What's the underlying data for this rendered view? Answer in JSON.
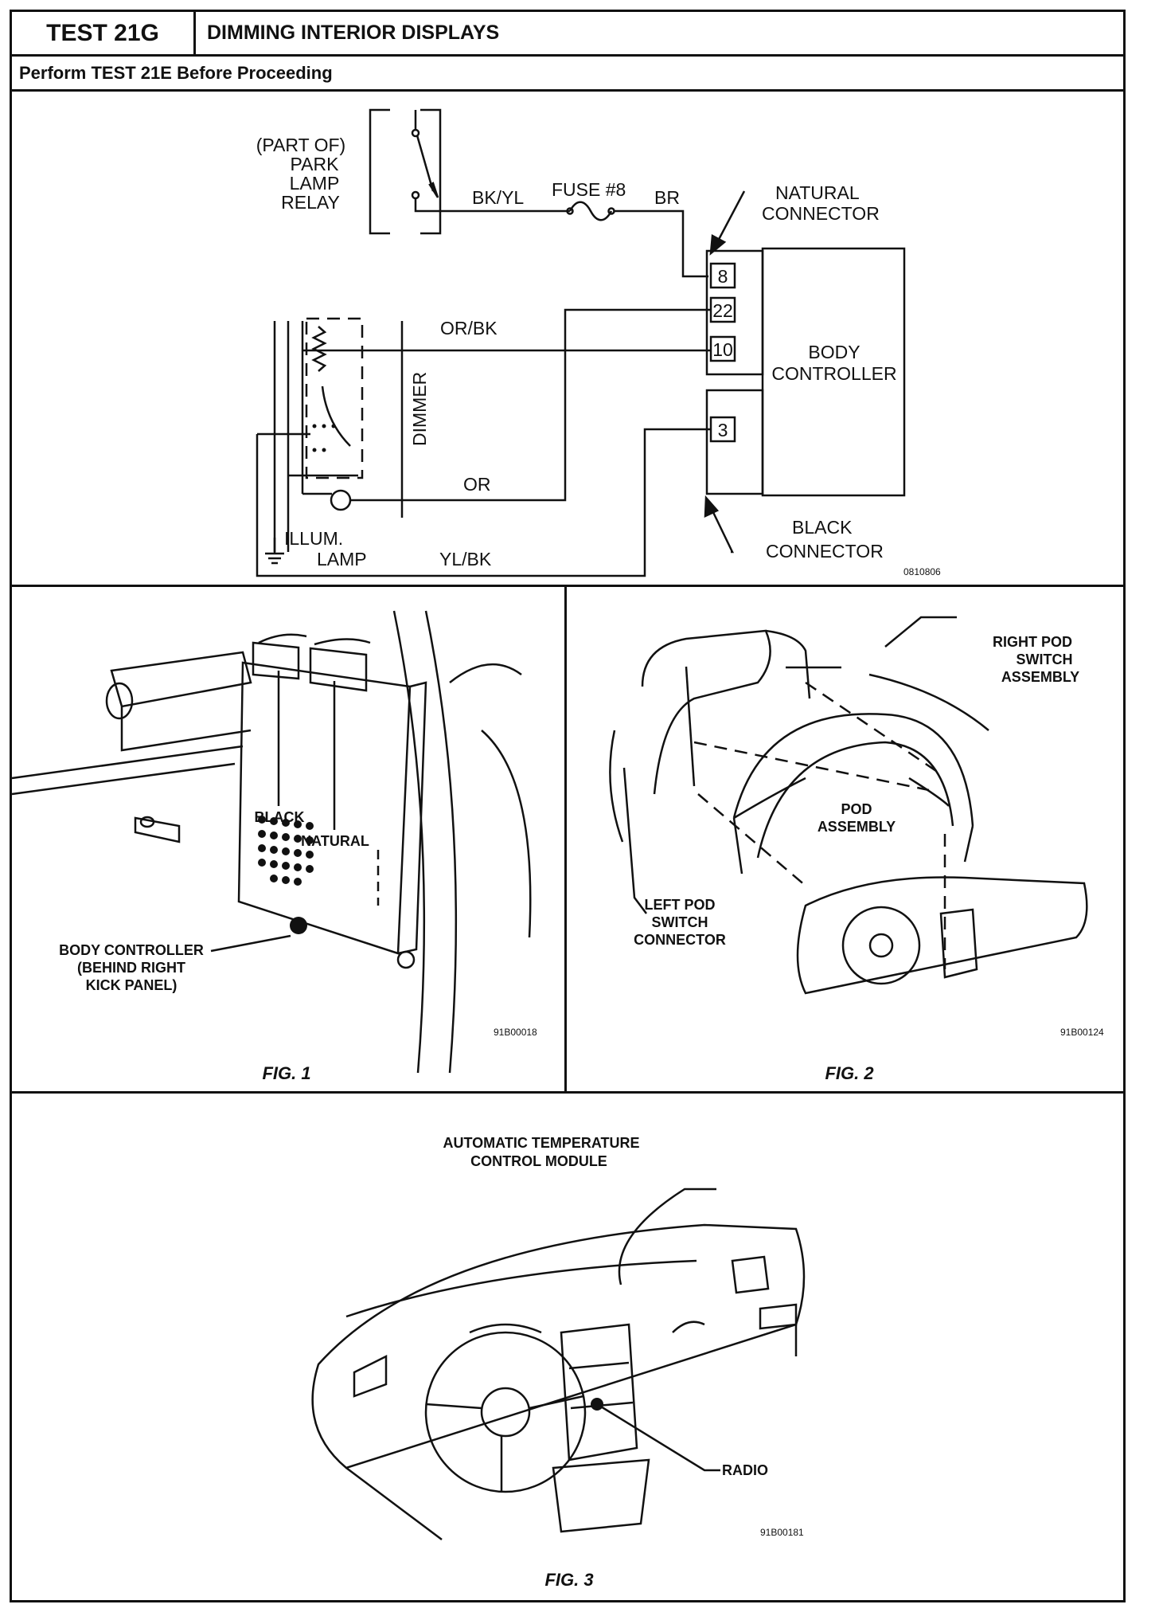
{
  "header": {
    "test_id": "TEST 21G",
    "title": "DIMMING INTERIOR DISPLAYS",
    "prerequisite": "Perform TEST 21E Before Proceeding"
  },
  "schematic": {
    "relay_label": [
      "(PART  OF)",
      "PARK",
      "LAMP",
      "RELAY"
    ],
    "wire_bk_yl": "BK/YL",
    "fuse_label": "FUSE  #8",
    "wire_br": "BR",
    "natural_connector": [
      "NATURAL",
      "CONNECTOR"
    ],
    "pins_natural": [
      "8",
      "22",
      "10"
    ],
    "pin_black": "3",
    "body_controller": [
      "BODY",
      "CONTROLLER"
    ],
    "wire_or_bk": "OR/BK",
    "dimmer_label": "DIMMER",
    "wire_or": "OR",
    "illum_lamp": [
      "ILLUM.",
      "LAMP"
    ],
    "wire_yl_bk": "YL/BK",
    "black_connector": [
      "BLACK",
      "CONNECTOR"
    ],
    "code": "0810806"
  },
  "fig1": {
    "caption": "FIG. 1",
    "label_black": "BLACK",
    "label_natural": "NATURAL",
    "callout": [
      "BODY CONTROLLER",
      "(BEHIND RIGHT",
      "KICK PANEL)"
    ],
    "code": "91B00018"
  },
  "fig2": {
    "caption": "FIG. 2",
    "right_pod": [
      "RIGHT POD",
      "SWITCH",
      "ASSEMBLY"
    ],
    "pod_assembly": [
      "POD",
      "ASSEMBLY"
    ],
    "left_pod": [
      "LEFT POD",
      "SWITCH",
      "CONNECTOR"
    ],
    "code": "91B00124"
  },
  "fig3": {
    "caption": "FIG. 3",
    "atc": [
      "AUTOMATIC TEMPERATURE",
      "CONTROL MODULE"
    ],
    "radio": "RADIO",
    "code": "91B00181"
  }
}
